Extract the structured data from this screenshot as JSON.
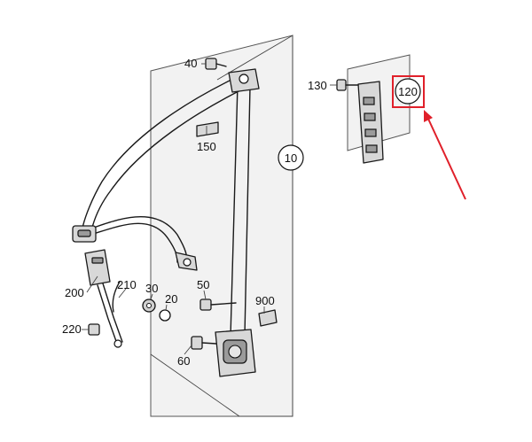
{
  "callouts": {
    "p10": "10",
    "p20": "20",
    "p30": "30",
    "p40": "40",
    "p50": "50",
    "p60": "60",
    "p120": "120",
    "p130": "130",
    "p150": "150",
    "p200": "200",
    "p210": "210",
    "p220": "220",
    "p900": "900"
  },
  "highlight": {
    "target_part": "120",
    "color": "#e0202a"
  }
}
